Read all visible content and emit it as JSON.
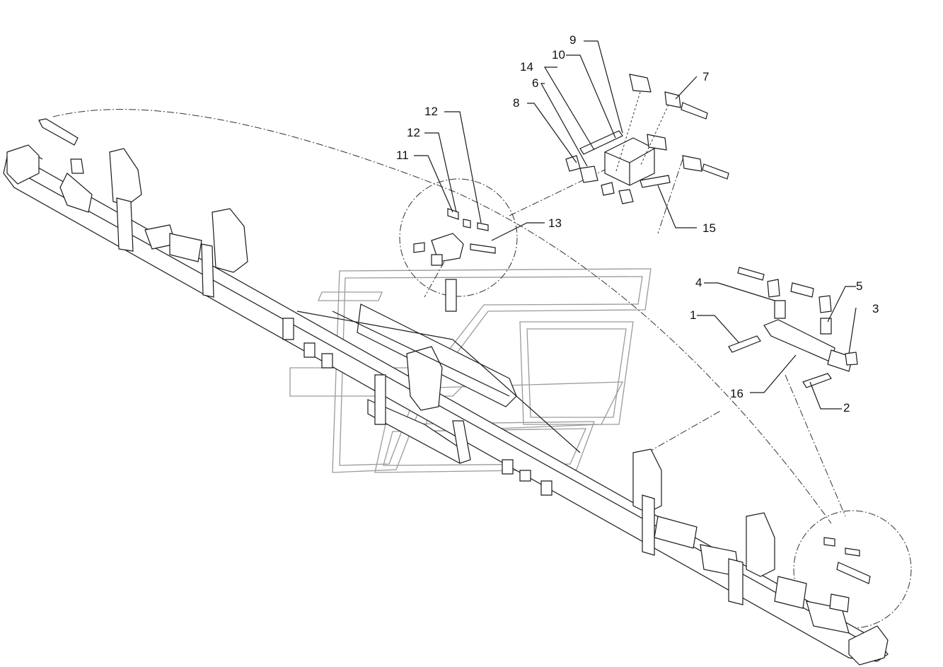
{
  "diagram": {
    "callouts": [
      "1",
      "2",
      "3",
      "4",
      "5",
      "6",
      "7",
      "8",
      "9",
      "10",
      "11",
      "12",
      "12",
      "13",
      "14",
      "15",
      "16"
    ]
  },
  "colors": {
    "line": "#1a1a1a",
    "watermark": "#9a9a9a",
    "background": "#ffffff"
  }
}
